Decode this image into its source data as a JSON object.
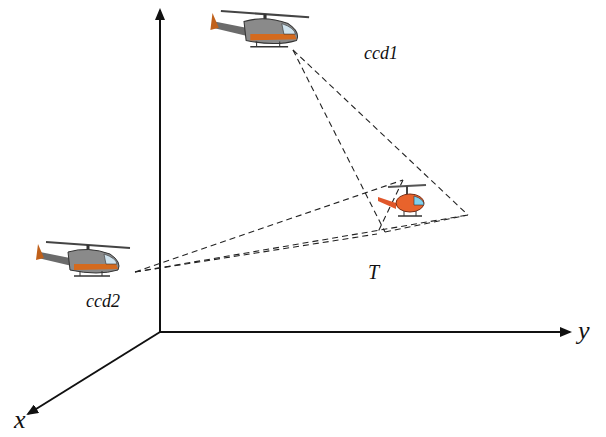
{
  "diagram": {
    "labels": [
      "ccd1",
      "ccd2",
      "T",
      "y",
      "x"
    ]
  }
}
